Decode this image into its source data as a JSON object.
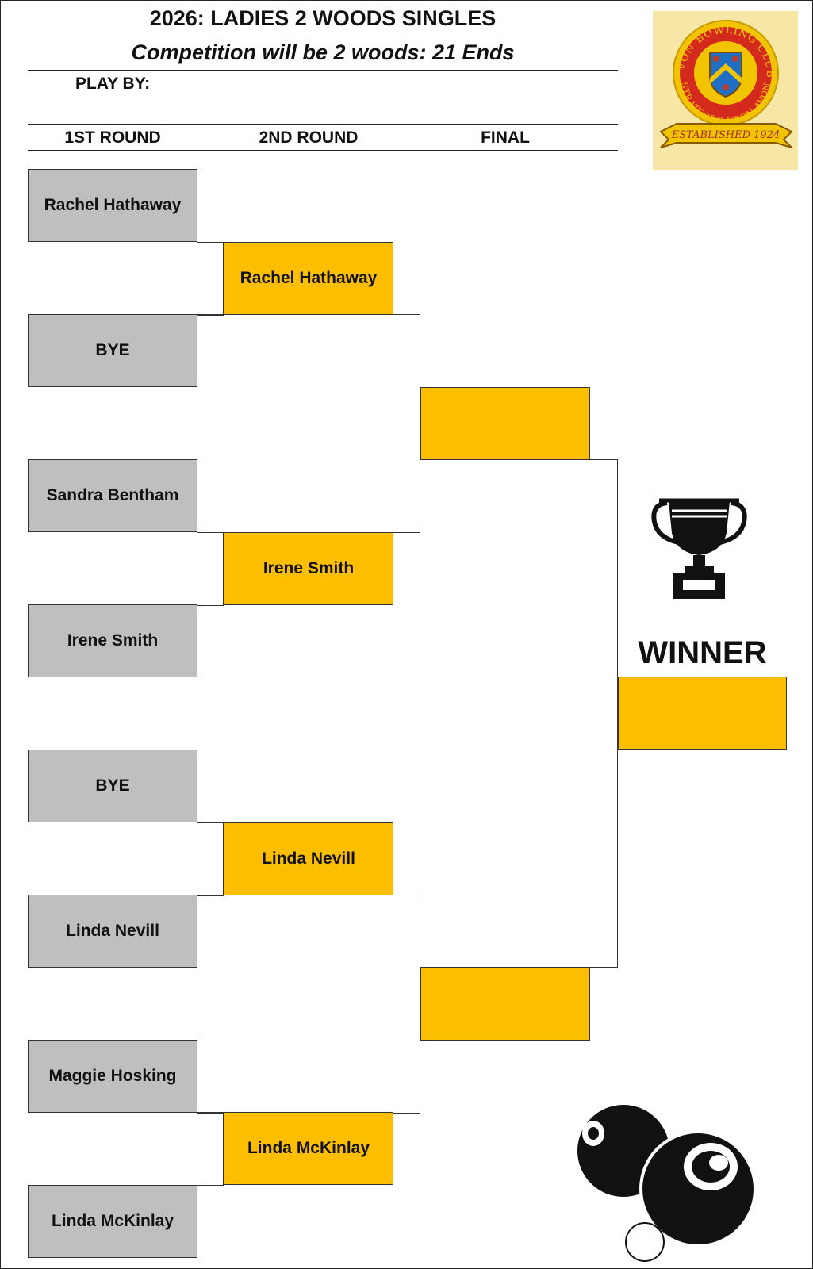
{
  "header": {
    "title": "2026: LADIES 2 WOODS SINGLES",
    "subtitle": "Competition will be 2 woods: 21 Ends",
    "play_by_label": "PLAY BY:"
  },
  "rounds": {
    "first": "1ST ROUND",
    "second": "2ND ROUND",
    "final": "FINAL"
  },
  "first_round": [
    "Rachel Hathaway",
    "BYE",
    "Sandra Bentham",
    "Irene Smith",
    "BYE",
    "Linda Nevill",
    "Maggie Hosking",
    "Linda McKinlay"
  ],
  "second_round": [
    "Rachel Hathaway",
    "Irene Smith",
    "Linda Nevill",
    "Linda McKinlay"
  ],
  "final": [
    "",
    ""
  ],
  "winner": {
    "label": "WINNER",
    "name": ""
  },
  "logo": {
    "club_name": "AVON BOWLING CLUB",
    "location": "STRATFORD UPON AVON",
    "established": "ESTABLISHED 1924"
  },
  "colors": {
    "first_round_fill": "#bfbfbf",
    "advancing_fill": "#fdbe00",
    "logo_background": "#f6e7a6",
    "logo_ring": "#d42a1e"
  },
  "icons": [
    "trophy-icon",
    "bowls-icon",
    "club-logo"
  ]
}
